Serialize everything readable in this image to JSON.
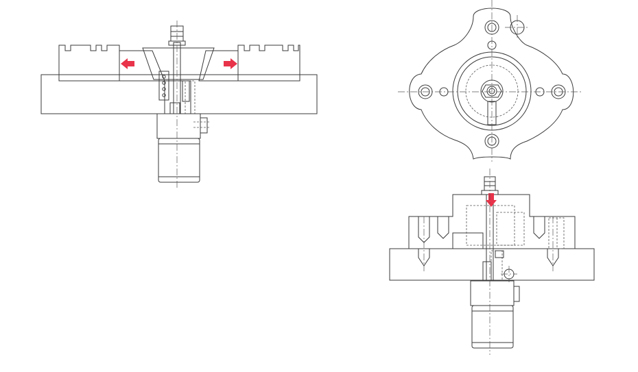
{
  "colors": {
    "base_plate": "#e9e9e9",
    "jaw": "#f3efdf",
    "cylinder": "#d6ebf4",
    "rod": "#c7dbe6",
    "arrow": "#e8334a",
    "outline": "#3a3a3a"
  },
  "figures": [
    {
      "id": "left-section",
      "arrows": [
        "arrow-left",
        "arrow-right"
      ]
    },
    {
      "id": "top-view",
      "arrows": []
    },
    {
      "id": "right-section",
      "arrows": [
        "arrow-down"
      ]
    }
  ]
}
